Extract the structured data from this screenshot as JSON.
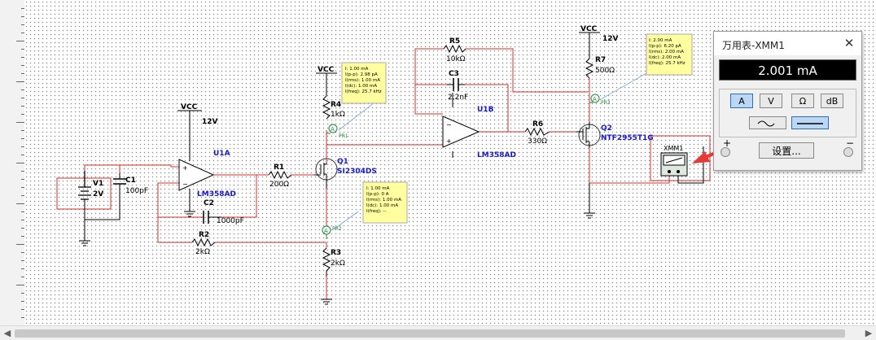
{
  "multimeter": {
    "title": "万用表-XMM1",
    "close_label": "✕",
    "reading": "2.001 mA",
    "mode_buttons": [
      "A",
      "V",
      "Ω",
      "dB"
    ],
    "selected_mode": "A",
    "wave_buttons": [
      "ac",
      "dc"
    ],
    "selected_wave": "dc",
    "settings_label": "设置...",
    "plus_label": "+",
    "minus_label": "−"
  },
  "schematic": {
    "vcc_label": "VCC",
    "v12_label": "12V",
    "u1a": {
      "ref": "U1A",
      "part": "LM358AD"
    },
    "u1b": {
      "ref": "U1B",
      "part": "LM358AD"
    },
    "v1": {
      "ref": "V1",
      "value": "2V"
    },
    "c1": {
      "ref": "C1",
      "value": "100pF"
    },
    "c2": {
      "ref": "C2",
      "value": "1000pF"
    },
    "c3": {
      "ref": "C3",
      "value": "2.2nF"
    },
    "r1": {
      "ref": "R1",
      "value": "200Ω"
    },
    "r2": {
      "ref": "R2",
      "value": "2kΩ"
    },
    "r3": {
      "ref": "R3",
      "value": "2kΩ"
    },
    "r4": {
      "ref": "R4",
      "value": "1kΩ"
    },
    "r5": {
      "ref": "R5",
      "value": "10kΩ"
    },
    "r6": {
      "ref": "R6",
      "value": "330Ω"
    },
    "r7": {
      "ref": "R7",
      "value": "500Ω"
    },
    "q1": {
      "ref": "Q1",
      "part": "SI2304DS"
    },
    "q2": {
      "ref": "Q2",
      "part": "NTF2955T1G"
    },
    "xmm_ref": "XMM1",
    "probe_labels": [
      "PR1",
      "PR2",
      "PR3"
    ],
    "probe1_text": [
      "I: 1.00 mA",
      "I(p-p): 2.98 pA",
      "I(rms): 1.00 mA",
      "I(dc): 1.00 mA",
      "I(freq): 25.7 kHz"
    ],
    "probe2_text": [
      "I: 1.00 mA",
      "I(p-p): 0 A",
      "I(rms): 1.00 mA",
      "I(dc): 1.00 mA",
      "I(freq): --"
    ],
    "probe3_text": [
      "I: 2.00 mA",
      "I(p-p): 6.20 pA",
      "I(rms): 2.00 mA",
      "I(dc): 2.00 mA",
      "I(freq): 25.7 kHz"
    ]
  },
  "colors": {
    "wire": "#d32f2f",
    "component": "#000000",
    "label": "#1a1ac8",
    "probe": "#1f8a3a",
    "probe_box": "#ffffa0",
    "arrow": "#e53935"
  }
}
